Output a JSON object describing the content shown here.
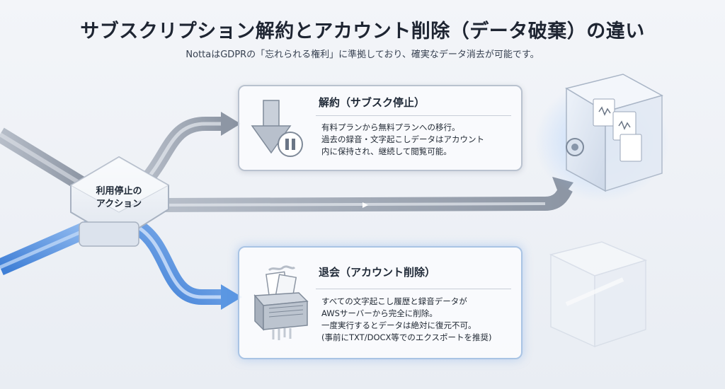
{
  "header": {
    "title": "サブスクリプション解約とアカウント削除（データ破棄）の違い",
    "subtitle": "NottaはGDPRの「忘れられる権利」に準拠しており、確実なデータ消去が可能です。"
  },
  "hub": {
    "line1": "利用停止の",
    "line2": "アクション"
  },
  "cancel_card": {
    "title": "解約（サブスク停止）",
    "lines": [
      "有料プランから無料プランへの移行。",
      "過去の録音・文字起こしデータはアカウント",
      "内に保持され、継続して閲覧可能。"
    ]
  },
  "delete_card": {
    "title": "退会（アカウント削除）",
    "lines": [
      "すべての文字起こし履歴と録音データが",
      "AWSサーバーから完全に削除。",
      "一度実行するとデータは絶対に復元不可。",
      "(事前にTXT/DOCX等でのエクスポートを推奨)"
    ]
  },
  "colors": {
    "gray_flow": "#9aa3b1",
    "blue_flow": "#4f8fe0",
    "card_border_blue": "#a9c4e4"
  }
}
